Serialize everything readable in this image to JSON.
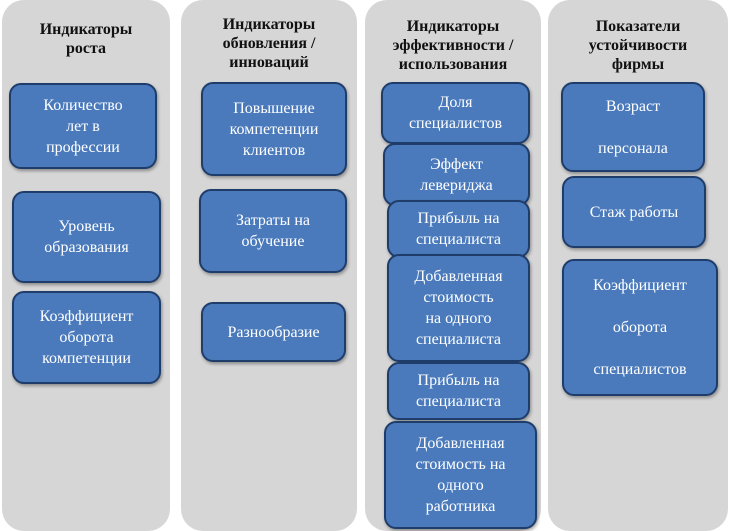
{
  "columns": [
    {
      "title": "Индикаторы\nроста",
      "items": [
        "Количество\nлет в\nпрофессии",
        "Уровень\nобразования",
        "Коэффициент\nоборота\nкомпетенции"
      ]
    },
    {
      "title": "Индикаторы\nобновления /\nинноваций",
      "items": [
        "Повышение\nкомпетенции\nклиентов",
        "Затраты на\nобучение",
        "Разнообразие"
      ]
    },
    {
      "title": "Индикаторы\nэффективности /\nиспользования",
      "items": [
        "Доля\nспециалистов",
        "Эффект\nлевериджа",
        "Прибыль на\nспециалиста",
        "Добавленная\nстоимость\nна одного\nспециалиста",
        "Прибыль на\nспециалиста",
        "Добавленная\nстоимость на\nодного\nработника"
      ]
    },
    {
      "title": "Показатели\nустойчивости\nфирмы",
      "items": [
        "Возраст\n\nперсонала",
        "Стаж работы",
        "Коэффициент\n\nоборота\n\nспециалистов"
      ]
    }
  ]
}
